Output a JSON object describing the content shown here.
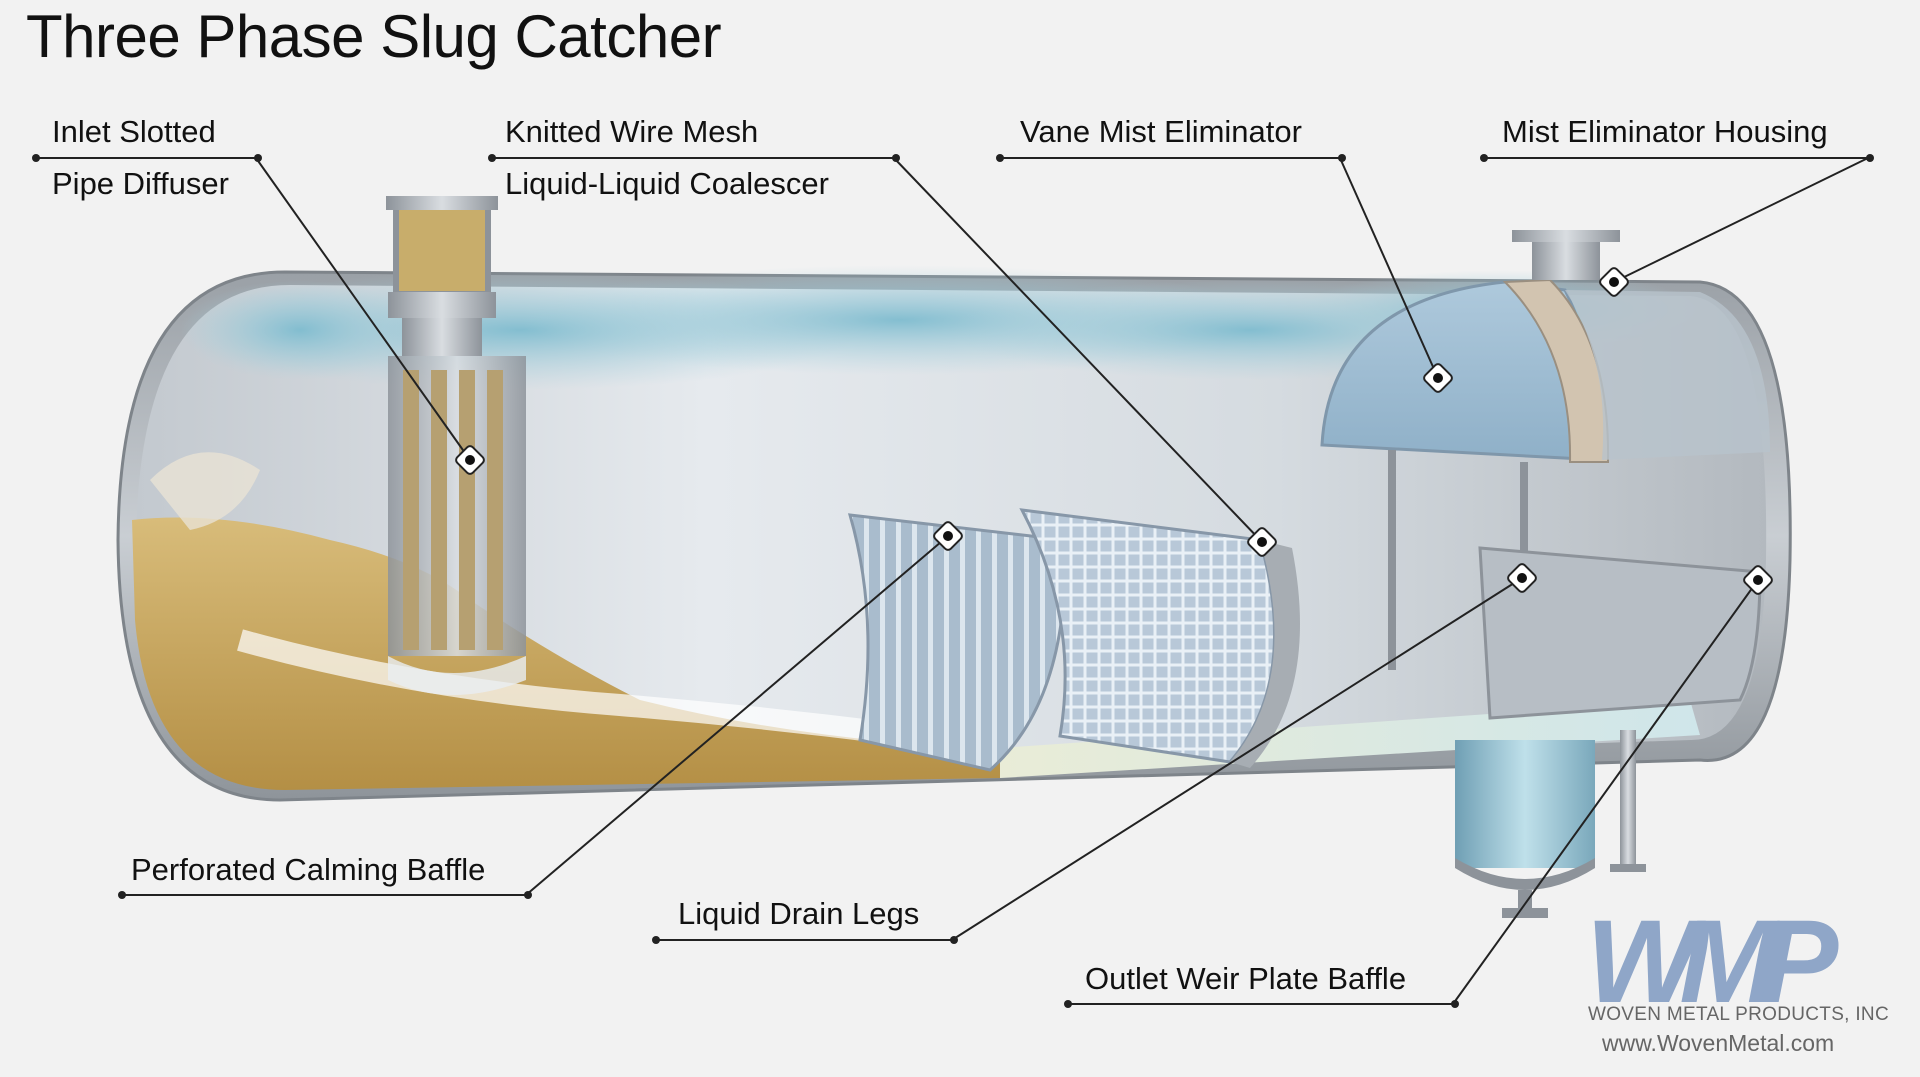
{
  "title": "Three Phase Slug Catcher",
  "labels": {
    "inlet_line1": "Inlet Slotted",
    "inlet_line2": "Pipe Diffuser",
    "mesh_line1": "Knitted Wire Mesh",
    "mesh_line2": "Liquid-Liquid Coalescer",
    "vane": "Vane Mist Eliminator",
    "housing": "Mist Eliminator Housing",
    "calming": "Perforated Calming Baffle",
    "drain": "Liquid Drain Legs",
    "weir": "Outlet Weir Plate Baffle"
  },
  "brand": {
    "logo": "WMP",
    "name": "WOVEN METAL PRODUCTS, INC",
    "url": "www.WovenMetal.com"
  },
  "colors": {
    "vessel_shell": "#b9bec4",
    "vessel_interior": "#d8dde2",
    "gas_cloud": "#8fc3d3",
    "oil_sludge": "#c9a65c",
    "water_layer": "#cfe3e8",
    "logo_blue": "#8fa6c8"
  }
}
